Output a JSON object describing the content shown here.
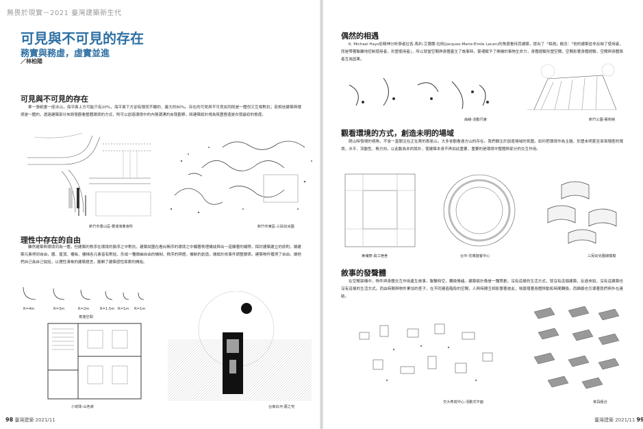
{
  "header": {
    "running_title": "無畏於現實－2021 臺灣建築新生代"
  },
  "article": {
    "title": "可見與不可見的存在",
    "subtitle": "務實與務虛，虛實並進",
    "author": "／林柏陽"
  },
  "sections": [
    {
      "title": "可見與不可見的存在",
      "body": "拿一張紙畫一座冰山，海平面上方可能只有20%，海平面下方卻有隱而不顯的、龐大的80%。存在的可見與不可見如同既是一體但又互相對抗；若相信建築與環境是一體的，透過建築部分來將發觀看整體環境的方式，則可以創造環境中的內隱潮湧的自我觀察，將建築設計視為氛圍營造是白我最初的態度。"
    },
    {
      "title": "理性中存在的自由",
      "body": "雖然建築與環境同為一體，但建築的秩序在環境的脈序之中對抗，建築試圖在看似無序的環境之中顯著秩理構成與出一道顯著的線際，探討建築建立的原則，讓建築元素得到自由，牆、屋頂、樓板、樓梯各元素皆有對話，形成一種微幽自由的機制、秩序的辨證，機制的創造，讓設計依事件調整關係。建築物件獲得了自由，讓他們自己為自己說話，以理性清晰的建築語言，展開了建築感性探索的開始。"
    },
    {
      "title": "偶然的相遇",
      "body": "K. Michael Hays從精神分析學者拉各-馬利-艾爾蘭·拉岡(Jacques-Marie-Émile Lacan)的角度看待其建築，提出了「相遇」概念：「他的建築並非反映了使用者，而是帶著聯離地控制使用者，形塑使用者」，所以就當空間與身體產生了故事時，靈魂賦予了無機的事物生命力，身體經驗形塑空間，空間影響身體經驗，空間與身體兩者互為因果。"
    },
    {
      "title": "觀看環境的方式，創造未明的場域",
      "body": "爬山時發現的視角，不會一直關注在正在爬的那座山，大多會觀看遠方山的存在。我們關注於創造場域的氛圍，如何把環境作為主題，形塑未明甚至漸漸隱匿的環境，水平、流動性、無方向，以此動為本的設計，使建築本身不再如此重要，重要的是環境中整體與部分的交互作用。"
    },
    {
      "title": "敘事的發聲體",
      "body": "在空間架構中，物件與身體交互作用產生故事，聯繫時空，轉換情緒。建築設計像是一種策劃，沒有這樣的生活方式，就沒有這個建築，反過來說，沒有這建築也沒有這樣的生活方式。而由時間與物件累加的差子，在不同建造階段的空間，人與時間互相影響著彼此，場景隨著身體移動和時間轉換，而錦緞也引導著我們與外在連結。"
    }
  ],
  "captions": {
    "fig1": "新竹市香山區-豐濱灣奏會所",
    "fig2": "新竹市東區-三民幼兒園",
    "fig3_title": "角落空間",
    "fig3_r": [
      "R=4m",
      "R=3m",
      "R=2m",
      "R=1.5m",
      "R=1m",
      "R=1m"
    ],
    "fig4": "小琉球-山色家",
    "fig5": "台南白河-蓮之宅",
    "fig6": "曲線-活動尺度",
    "fig7": "新竹公園-藝術館",
    "fig8": "東埔寮-員工宿舍",
    "fig9": "台中-花博遊客中心",
    "fig10": "三民幼兒園總模擬",
    "fig11": "交大育成中心-活動式平面",
    "fig12": "家具組合"
  },
  "folio": {
    "left_number": "98",
    "left_source": "臺灣建築 2021/11",
    "right_number": "99",
    "right_source": "臺灣建築 2021/11"
  },
  "colors": {
    "accent_blue": "#2d6fa3",
    "text": "#222222"
  }
}
